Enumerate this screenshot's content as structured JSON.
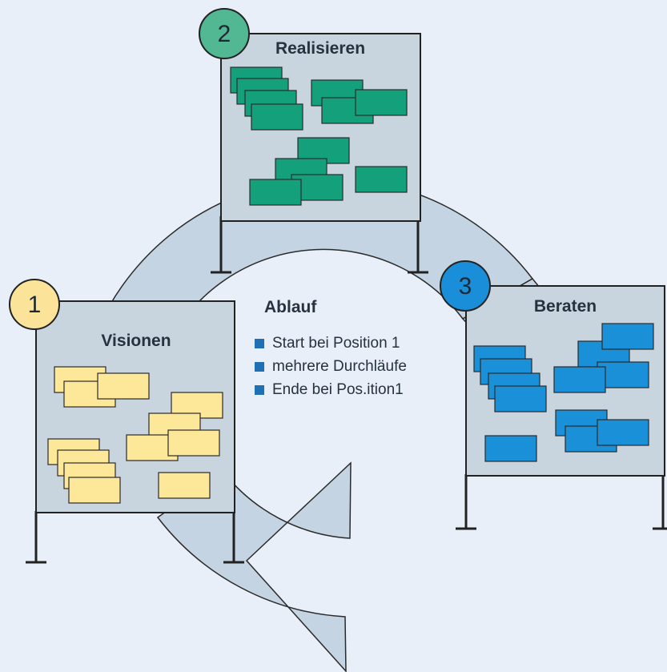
{
  "boards": [
    {
      "number": "1",
      "title": "Visionen",
      "color": "#fbe49a",
      "note_color": "#fde89a"
    },
    {
      "number": "2",
      "title": "Realisieren",
      "color": "#52b894",
      "note_color": "#13a07a"
    },
    {
      "number": "3",
      "title": "Beraten",
      "color": "#1a8ed8",
      "note_color": "#1a90d8"
    }
  ],
  "ablauf": {
    "title": "Ablauf",
    "items": [
      "Start bei Position 1",
      "mehrere Durchläufe",
      "Ende bei Pos.ition1"
    ],
    "bullet_color": "#1f6fb5"
  },
  "colors": {
    "background": "#e8eff8",
    "cycle_arrow": "#c4d4e2",
    "board": "#c8d4de"
  }
}
